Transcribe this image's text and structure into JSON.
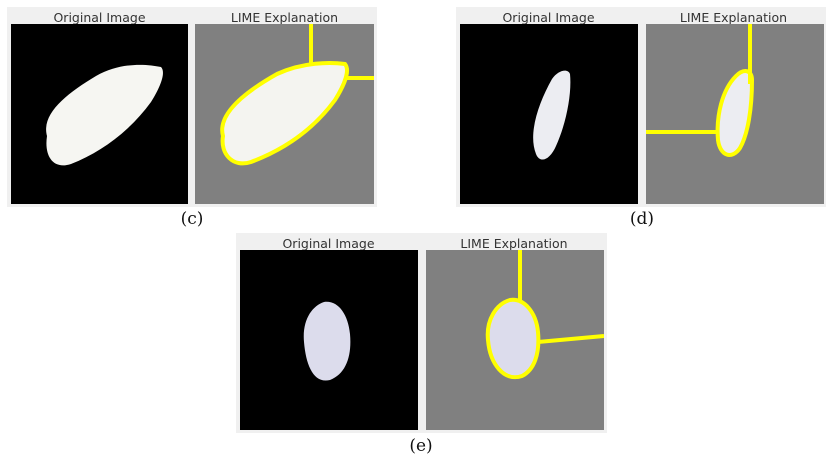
{
  "figures": [
    {
      "id": "c",
      "caption": "(c)",
      "original_title": "Original Image",
      "lime_title": "LIME Explanation"
    },
    {
      "id": "d",
      "caption": "(d)",
      "original_title": "Original Image",
      "lime_title": "LIME Explanation"
    },
    {
      "id": "e",
      "caption": "(e)",
      "original_title": "Original Image",
      "lime_title": "LIME Explanation"
    }
  ],
  "colors": {
    "original_background": "#000000",
    "lime_background": "#808080",
    "boundary": "#ffff00",
    "grain": "#f6f6f2",
    "panel_background": "#f0f0f0"
  }
}
